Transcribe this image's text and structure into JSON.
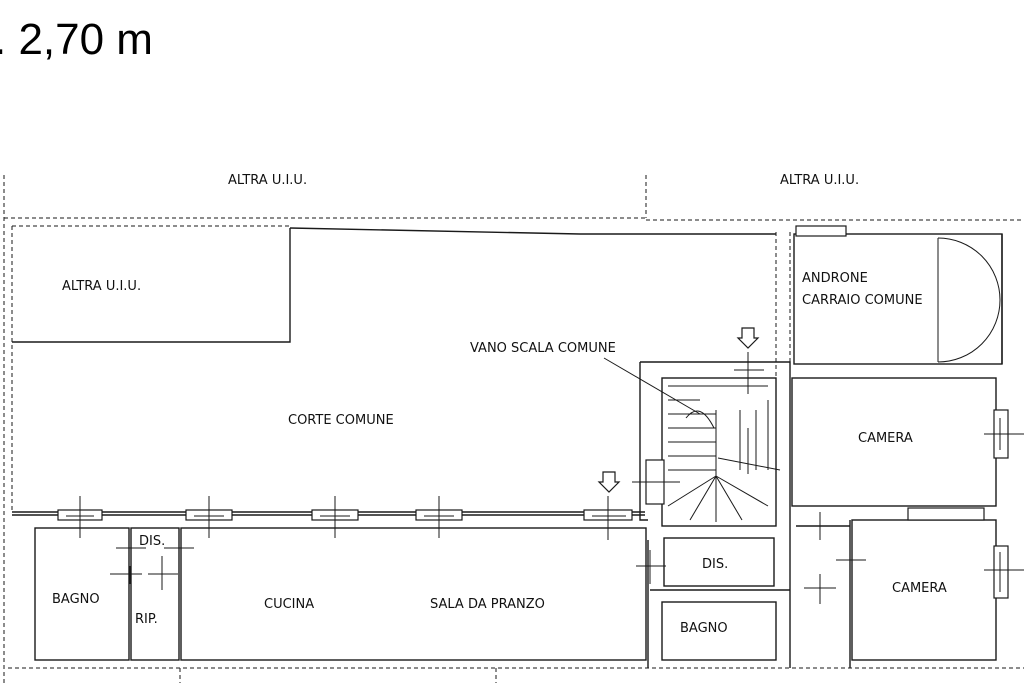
{
  "height_label": ". 2,70 m",
  "labels": {
    "altra_top_left": "ALTRA U.I.U.",
    "altra_top_right": "ALTRA U.I.U.",
    "altra_inner": "ALTRA U.I.U.",
    "androne_line1": "ANDRONE",
    "androne_line2": "CARRAIO COMUNE",
    "vano_scala": "VANO SCALA COMUNE",
    "corte_comune": "CORTE COMUNE",
    "camera_upper": "CAMERA",
    "camera_lower": "CAMERA",
    "dis_left": "DIS.",
    "dis_right": "DIS.",
    "bagno_left": "BAGNO",
    "bagno_right": "BAGNO",
    "rip": "RIP.",
    "cucina": "CUCINA",
    "sala_da_pranzo": "SALA DA PRANZO"
  },
  "icons": {
    "entrance_arrow": "entrance-arrow-icon",
    "window": "window-icon",
    "door_swing": "door-swing-icon"
  }
}
